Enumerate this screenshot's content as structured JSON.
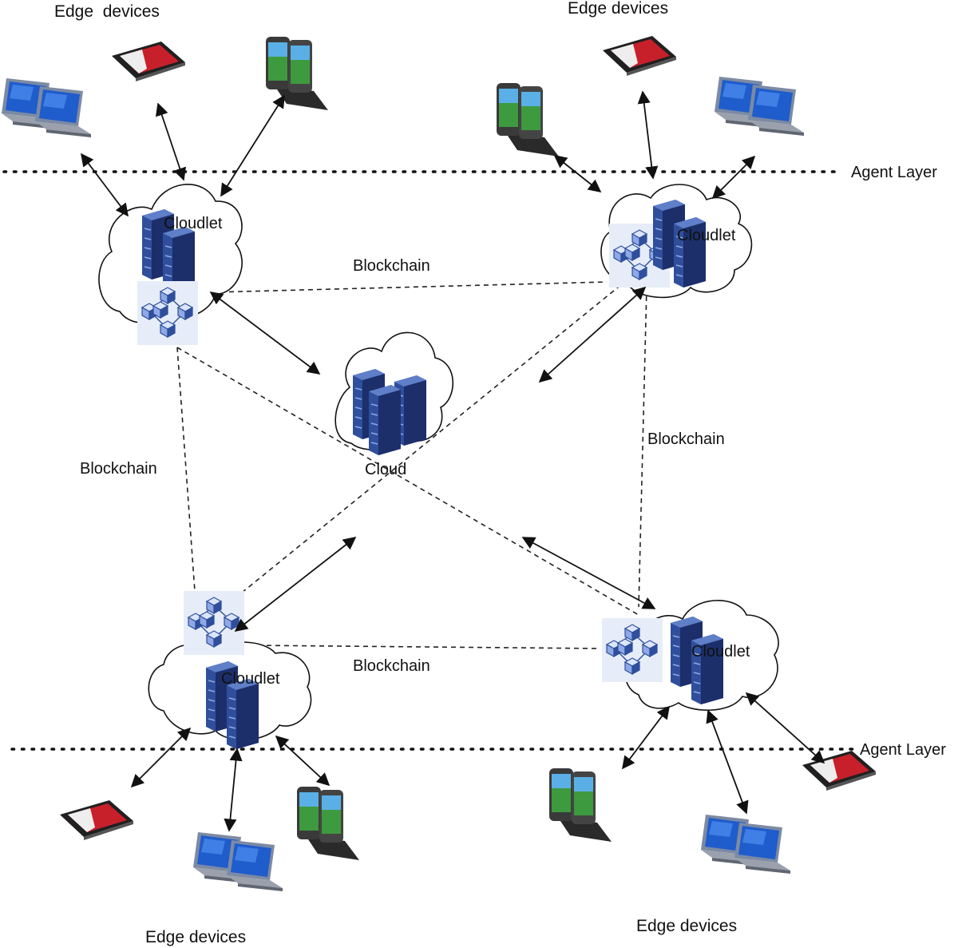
{
  "labels": {
    "edge_devices": "Edge devices",
    "edge_devices_top_left": "Edge  devices",
    "agent_layer": "Agent Layer",
    "cloudlet": "Cloudlet",
    "cloud": "Cloud",
    "blockchain": "Blockchain"
  },
  "colors": {
    "server_blue": "#2f4f9c",
    "server_dark": "#1c2f6b",
    "block_tile_bg": "#e6edf8",
    "laptop_screen": "#1f5ccc",
    "tablet_red": "#c8202a",
    "phone_green": "#3e9a3e"
  },
  "icons": [
    "laptop-icon",
    "tablet-icon",
    "smartphone-icon",
    "server-rack-icon",
    "blockchain-network-icon",
    "cloud-icon"
  ]
}
